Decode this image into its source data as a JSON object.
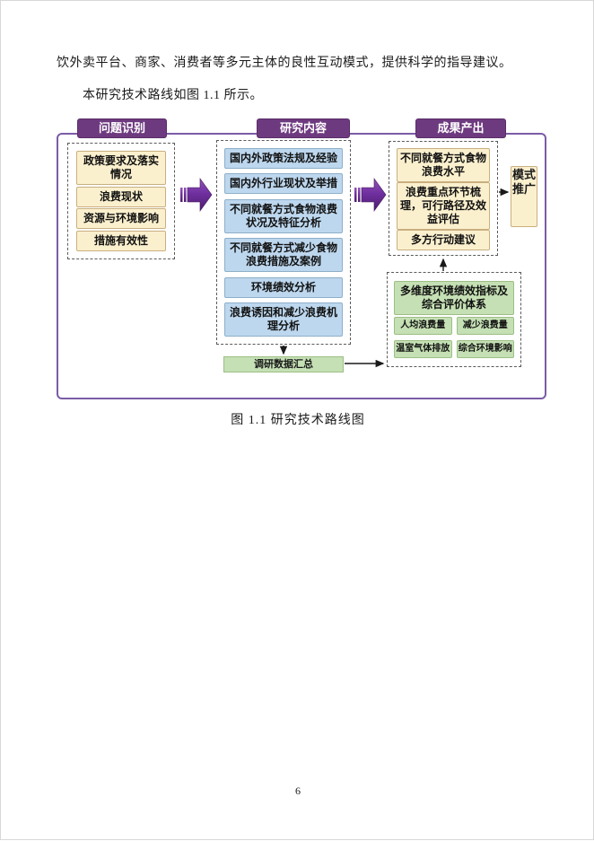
{
  "page": {
    "paragraph_line1": "饮外卖平台、商家、消费者等多元主体的良性互动模式，提供科学的指导建议。",
    "paragraph_line2": "本研究技术路线如图 1.1 所示。",
    "caption": "图 1.1  研究技术路线图",
    "page_number": "6"
  },
  "diagram": {
    "headers": [
      {
        "label": "问题识别"
      },
      {
        "label": "研究内容"
      },
      {
        "label": "成果产出"
      }
    ],
    "column1": {
      "items": [
        "政策要求及落实情况",
        "浪费现状",
        "资源与环境影响",
        "措施有效性"
      ]
    },
    "column2": {
      "items": [
        "国内外政策法规及经验",
        "国内外行业现状及举措",
        "不同就餐方式食物浪费状况及特征分析",
        "不同就餐方式减少食物浪费措施及案例",
        "环境绩效分析",
        "浪费诱因和减少浪费机理分析"
      ]
    },
    "column3_top": {
      "items": [
        "不同就餐方式食物浪费水平",
        "浪费重点环节梳理，可行路径及效益评估",
        "多方行动建议"
      ]
    },
    "column3_bottom": {
      "title": "多维度环境绩效指标及综合评价体系",
      "metrics": [
        "人均浪费量",
        "减少浪费量",
        "温室气体排放",
        "综合环境影响"
      ]
    },
    "side_box": "模式推广",
    "data_box": "调研数据汇总",
    "colors": {
      "header_purple": "#6E3A7F",
      "outer_border": "#7B5CA6",
      "cream_fill": "#FBF0CE",
      "blue_fill": "#BDD7EE",
      "green_fill": "#C5E0B4",
      "block_arrow_purple": "#7030A0"
    }
  }
}
